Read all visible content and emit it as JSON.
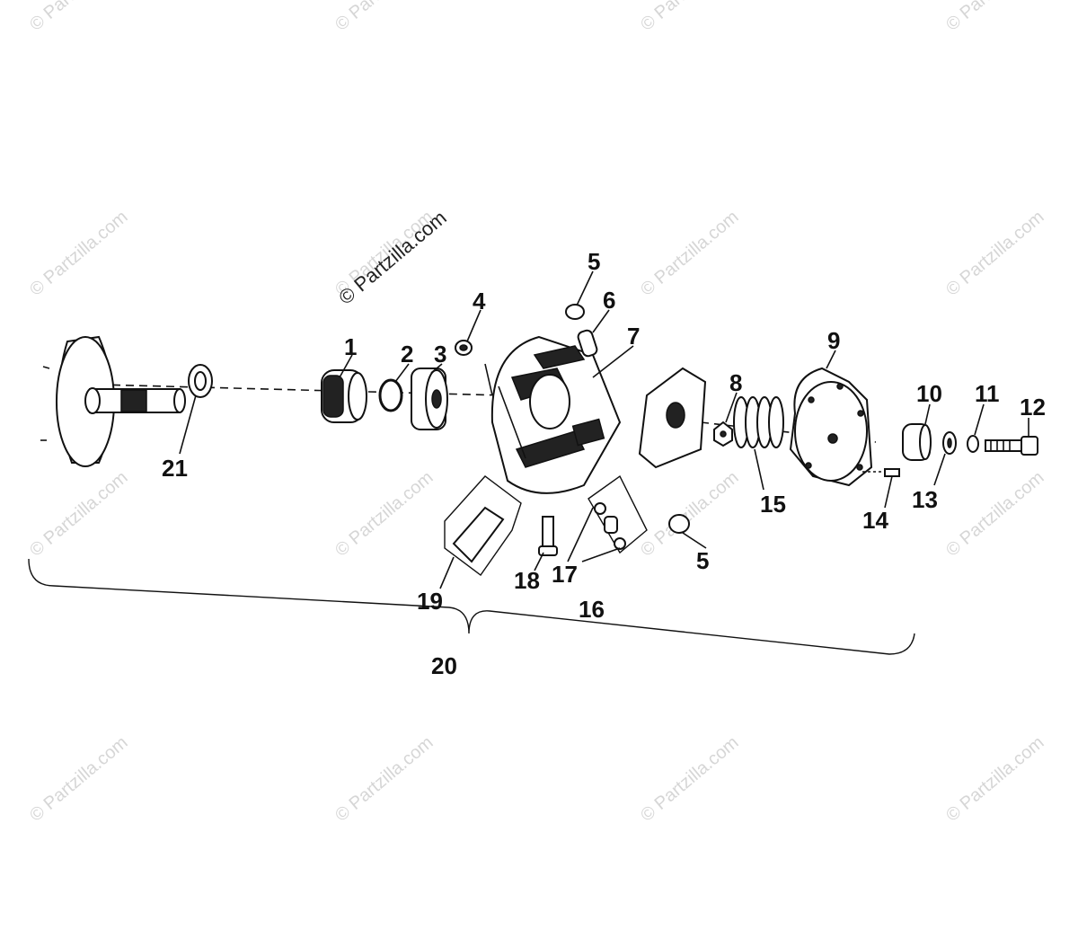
{
  "diagram": {
    "watermark": "© Partzilla.com",
    "callouts": [
      "1",
      "2",
      "3",
      "4",
      "5",
      "6",
      "7",
      "8",
      "9",
      "10",
      "11",
      "12",
      "13",
      "14",
      "15",
      "16",
      "17",
      "18",
      "19",
      "20",
      "21"
    ]
  }
}
